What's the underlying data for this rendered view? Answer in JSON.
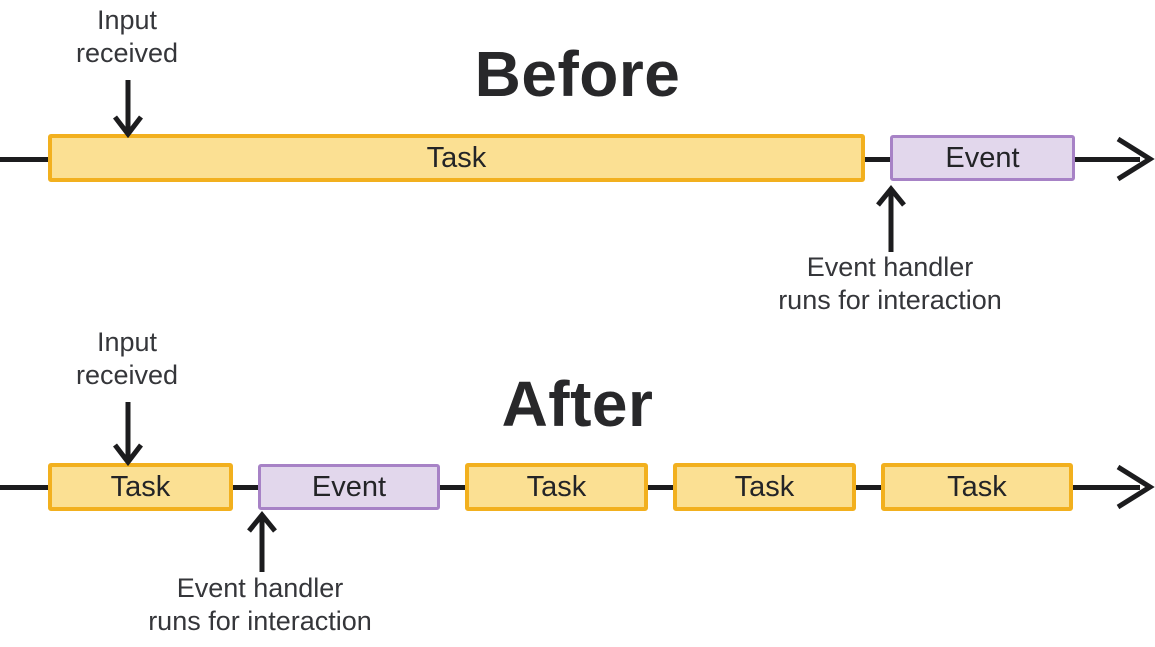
{
  "colors": {
    "task_fill": "#FBE093",
    "task_border": "#F2B01E",
    "event_fill": "#E2D7EC",
    "event_border": "#A782C6",
    "arrow": "#1C1C1E",
    "text": "#35363A",
    "title": "#28282A",
    "bg": "#FFFFFF"
  },
  "before": {
    "title": "Before",
    "input_label": "Input\nreceived",
    "handler_label": "Event handler\nruns for interaction",
    "bars": [
      {
        "type": "task",
        "label": "Task"
      },
      {
        "type": "event",
        "label": "Event"
      }
    ]
  },
  "after": {
    "title": "After",
    "input_label": "Input\nreceived",
    "handler_label": "Event handler\nruns for interaction",
    "bars": [
      {
        "type": "task",
        "label": "Task"
      },
      {
        "type": "event",
        "label": "Event"
      },
      {
        "type": "task",
        "label": "Task"
      },
      {
        "type": "task",
        "label": "Task"
      },
      {
        "type": "task",
        "label": "Task"
      }
    ]
  }
}
